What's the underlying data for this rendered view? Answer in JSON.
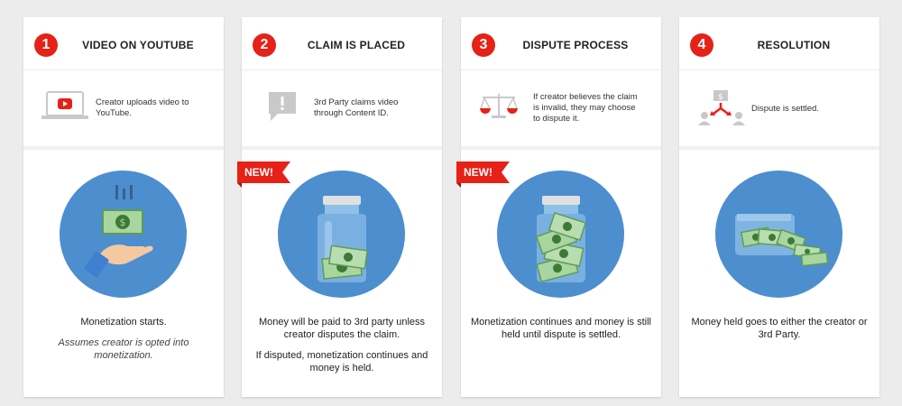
{
  "steps": [
    {
      "number": "1",
      "title": "VIDEO ON YOUTUBE",
      "info": "Creator uploads video to YouTube.",
      "icon": "laptop-youtube-icon",
      "desc": [
        "Monetization starts."
      ],
      "note": "Assumes creator is opted into monetization."
    },
    {
      "number": "2",
      "title": "CLAIM IS PLACED",
      "info": "3rd Party claims video through Content ID.",
      "icon": "alert-chat-icon",
      "badge": "NEW!",
      "desc": [
        "Money will be paid to 3rd party unless creator disputes the claim.",
        "If disputed, monetization continues and money is held."
      ]
    },
    {
      "number": "3",
      "title": "DISPUTE PROCESS",
      "info": "If creator believes the claim is invalid, they may choose to dispute it.",
      "icon": "scales-icon",
      "badge": "NEW!",
      "desc": [
        "Monetization continues and money is still held until dispute is settled."
      ]
    },
    {
      "number": "4",
      "title": "RESOLUTION",
      "info": "Dispute is settled.",
      "icon": "split-money-icon",
      "desc": [
        "Money held goes to either the creator or 3rd Party."
      ]
    }
  ],
  "colors": {
    "accent": "#e62117",
    "circle": "#4d8ecf",
    "money": "#a8d5a0",
    "background": "#ececec"
  }
}
